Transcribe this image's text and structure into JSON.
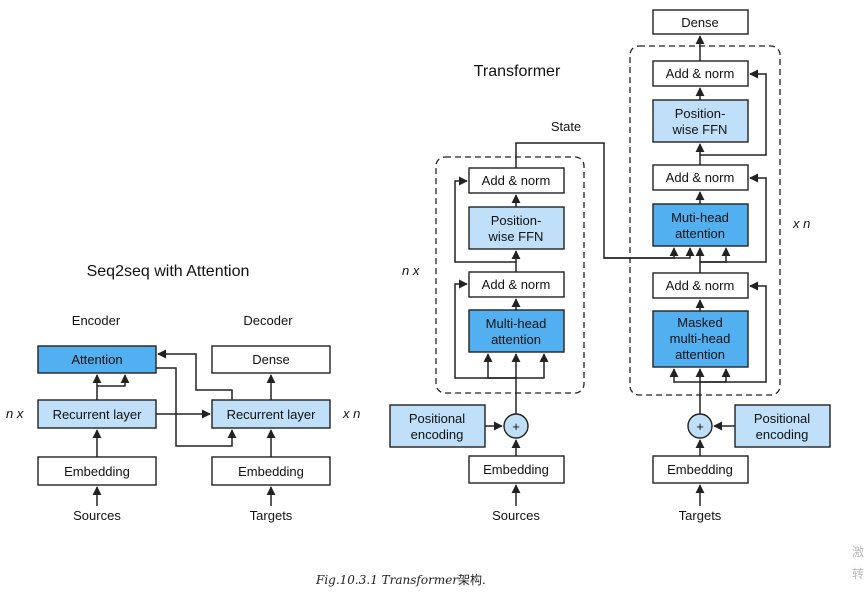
{
  "colors": {
    "dark_blue": "#52b0f0",
    "light_blue": "#bfe0f8",
    "white": "#ffffff"
  },
  "seq2seq": {
    "title": "Seq2seq with Attention",
    "encoder_label": "Encoder",
    "decoder_label": "Decoder",
    "attention": "Attention",
    "recurrent_enc": "Recurrent layer",
    "recurrent_dec": "Recurrent layer",
    "dense": "Dense",
    "embedding_enc": "Embedding",
    "embedding_dec": "Embedding",
    "sources": "Sources",
    "targets": "Targets",
    "nx_left": "n x",
    "xn_right": "x n"
  },
  "transformer": {
    "title": "Transformer",
    "state": "State",
    "nx": "n x",
    "xn": "x n",
    "plus": "+",
    "encoder": {
      "add_norm_top": "Add & norm",
      "ffn_line1": "Position-",
      "ffn_line2": "wise FFN",
      "add_norm_bottom": "Add & norm",
      "mha_line1": "Multi-head",
      "mha_line2": "attention",
      "positional_line1": "Positional",
      "positional_line2": "encoding",
      "embedding": "Embedding",
      "sources": "Sources"
    },
    "decoder": {
      "dense": "Dense",
      "add_norm_top": "Add & norm",
      "ffn_line1": "Position-",
      "ffn_line2": "wise FFN",
      "add_norm_mid": "Add & norm",
      "mha_line1": "Muti-head",
      "mha_line2": "attention",
      "add_norm_bottom": "Add & norm",
      "masked_line1": "Masked",
      "masked_line2": "multi-head",
      "masked_line3": "attention",
      "positional_line1": "Positional",
      "positional_line2": "encoding",
      "embedding": "Embedding",
      "targets": "Targets"
    }
  },
  "caption": {
    "figure": "Fig.10.3.1 Transformer",
    "suffix": "架构."
  },
  "watermark": {
    "line1": "激",
    "line2": "转"
  }
}
